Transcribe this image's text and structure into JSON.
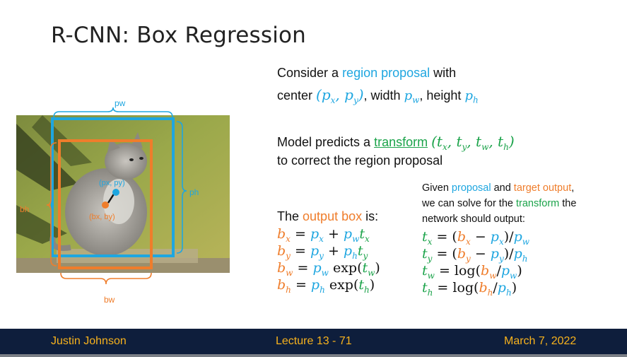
{
  "title": "R-CNN: Box Regression",
  "colors": {
    "proposal": "#1ea6e0",
    "output": "#ef7d2b",
    "transform": "#1ba34a",
    "footer_bg": "#0e1e3c",
    "footer_text": "#f7b21d"
  },
  "figure": {
    "label_pw": "pw",
    "label_ph": "ph",
    "label_bw": "bw",
    "label_bh": "bh",
    "label_center_p": "(px, py)",
    "label_center_b": "(bx, by)"
  },
  "text": {
    "consider_a": "Consider a ",
    "region_proposal": "region proposal",
    "with": " with",
    "center": "center ",
    "width": ", width ",
    "height": ", height ",
    "model_predicts": "Model predicts a ",
    "transform": "transform",
    "to_correct": "to correct the region proposal",
    "output_box_pre": "The ",
    "output_box": "output box",
    "output_box_post": " is:",
    "given": "Given ",
    "proposal": "proposal",
    "and": " and ",
    "target_output": "target output",
    "comma": ",",
    "we_can_solve": "we can solve for the ",
    "transform2": "transform",
    "the": " the",
    "network_should": "network should output:"
  },
  "equations": {
    "output": [
      "b_x = p_x + p_w t_x",
      "b_y = p_y + p_h t_y",
      "b_w = p_w exp(t_w)",
      "b_h = p_h exp(t_h)"
    ],
    "transform": [
      "t_x = (b_x − p_x)/p_w",
      "t_y = (b_y − p_y)/p_h",
      "t_w = log(b_w/p_w)",
      "t_h = log(b_h/p_h)"
    ]
  },
  "footer": {
    "author": "Justin Johnson",
    "lecture": "Lecture 13 -  71",
    "date": "March 7, 2022"
  }
}
